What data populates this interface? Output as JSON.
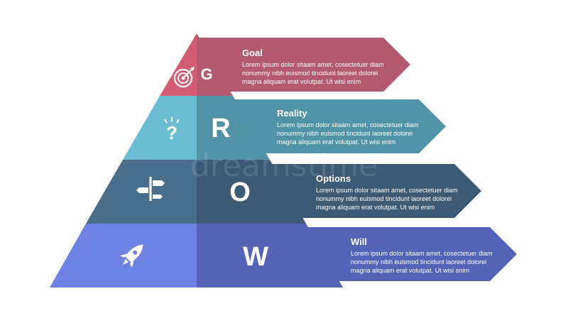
{
  "colors": {
    "goal_dark": "#b35a70",
    "goal_light": "#d45c72",
    "reality_dark": "#5193a6",
    "reality_light": "#69bcd1",
    "options_dark": "#3c5a74",
    "options_light": "#4a6d89",
    "will_dark": "#5463b6",
    "will_light": "#6d82e3"
  },
  "levels": [
    {
      "id": "goal",
      "letter": "G",
      "title": "Goal",
      "icon": "target-icon",
      "lines": [
        "Lorem ipsum dolor sitaam amet, cosectetuer diam",
        "nonummy  nibh euismod tincidunt laoreet dolorei",
        "magna aliquam erat volutpat. Ut wisi enim"
      ]
    },
    {
      "id": "reality",
      "letter": "R",
      "title": "Reality",
      "icon": "question-icon",
      "lines": [
        "Lorem ipsum dolor sitaam amet, cosectetuer diam",
        "nonummy  nibh euismod tincidunt laoreet dolorei",
        "magna aliquam erat volutpat. Ut wisi enim"
      ]
    },
    {
      "id": "options",
      "letter": "O",
      "title": "Options",
      "icon": "signpost-icon",
      "lines": [
        "Lorem ipsum dolor sitaam amet, cosectetuer diam",
        "nonummy  nibh euismod tincidunt laoreet dolorei",
        "magna aliquam erat volutpat. Ut wisi enim"
      ]
    },
    {
      "id": "will",
      "letter": "W",
      "title": "Will",
      "icon": "rocket-icon",
      "lines": [
        "Lorem ipsum dolor sitaam amet, cosectetuer diam",
        "nonummy  nibh euismod tincidunt laoreet dolorei",
        "magna aliquam erat volutpat. Ut wisi enim"
      ]
    }
  ],
  "watermark": "dreamstime"
}
